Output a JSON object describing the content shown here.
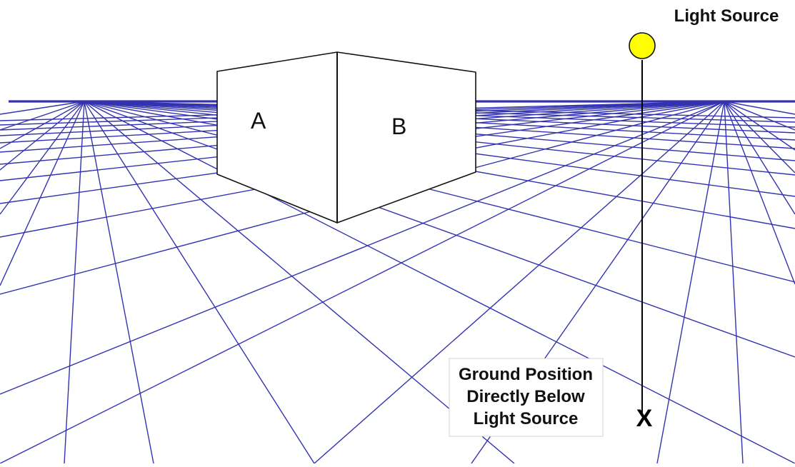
{
  "labels": {
    "face_a": "A",
    "face_b": "B",
    "light_source": "Light Source",
    "ground_marker": "X",
    "ground_note": [
      "Ground Position",
      "Directly Below",
      "Light Source"
    ]
  },
  "colors": {
    "grid": "#3333b0",
    "box_outline": "#111111",
    "box_fill": "#ffffff",
    "light": "#ffff00",
    "background": "#ffffff"
  },
  "icons": {
    "light": "sun-circle-icon",
    "ground": "x-marker-icon"
  }
}
